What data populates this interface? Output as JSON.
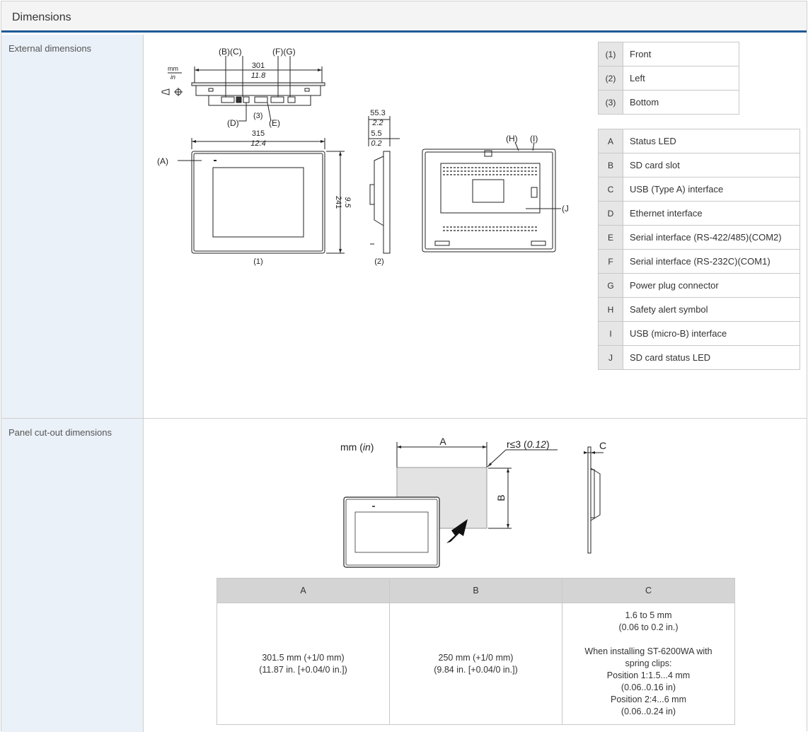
{
  "section": {
    "title": "Dimensions"
  },
  "external": {
    "label": "External dimensions",
    "units": {
      "mm": "mm",
      "in": "in"
    },
    "top_callouts": [
      "(B)(C)",
      "(F)(G)",
      "(D)",
      "(3)",
      "(E)"
    ],
    "top_width": {
      "mm": "301",
      "in": "11.8"
    },
    "front_width": {
      "mm": "315",
      "in": "12.4"
    },
    "front_height": {
      "mm": "241",
      "in": "9.5"
    },
    "side_depth": {
      "mm": "55.3",
      "in": "2.2"
    },
    "side_bezel": {
      "mm": "5.5",
      "in": "0.2"
    },
    "front_callout": "(A)",
    "back_callouts": [
      "(H)",
      "(I)",
      "(J)"
    ],
    "view_labels": [
      "(1)",
      "(2)"
    ],
    "views": [
      {
        "key": "(1)",
        "label": "Front"
      },
      {
        "key": "(2)",
        "label": "Left"
      },
      {
        "key": "(3)",
        "label": "Bottom"
      }
    ],
    "legend": [
      {
        "key": "A",
        "label": "Status LED"
      },
      {
        "key": "B",
        "label": "SD card slot"
      },
      {
        "key": "C",
        "label": "USB (Type A) interface"
      },
      {
        "key": "D",
        "label": "Ethernet interface"
      },
      {
        "key": "E",
        "label": "Serial interface (RS-422/485)(COM2)"
      },
      {
        "key": "F",
        "label": "Serial interface (RS-232C)(COM1)"
      },
      {
        "key": "G",
        "label": "Power plug connector"
      },
      {
        "key": "H",
        "label": "Safety alert symbol"
      },
      {
        "key": "I",
        "label": "USB (micro-B) interface"
      },
      {
        "key": "J",
        "label": "SD card status LED"
      }
    ]
  },
  "cutout": {
    "label": "Panel cut-out dimensions",
    "diagram": {
      "units_prefix": "mm (",
      "units_in": "in",
      "units_suffix": ")",
      "a": "A",
      "b": "B",
      "c": "C",
      "radius_prefix": "r≤3 (",
      "radius_in": "0.12",
      "radius_suffix": ")"
    },
    "headers": [
      "A",
      "B",
      "C"
    ],
    "a_lines": [
      "301.5 mm (+1/0 mm)",
      "(11.87 in. [+0.04/0 in.])"
    ],
    "b_lines": [
      "250 mm (+1/0 mm)",
      "(9.84 in. [+0.04/0 in.])"
    ],
    "c_lines_1": [
      "1.6 to 5 mm",
      "(0.06 to 0.2 in.)"
    ],
    "c_lines_2": [
      "When installing ST-6200WA with",
      "spring clips:",
      "Position 1:1.5...4 mm",
      "(0.06..0.16 in)",
      "Position 2:4...6 mm",
      "(0.06..0.24 in)"
    ]
  }
}
